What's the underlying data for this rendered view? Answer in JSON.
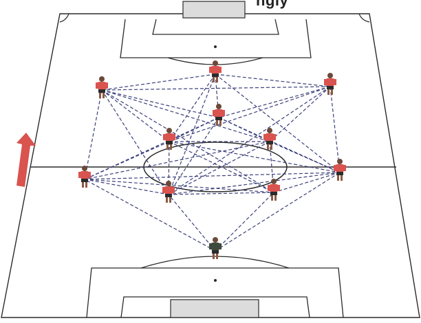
{
  "header": {
    "title_fragment": "ngly"
  },
  "colors": {
    "pitch_background": "#ffffff",
    "pitch_lines": "#2a2a2a",
    "passing_lines": "#3a3f7a",
    "player_shirt": "#d9534f",
    "player_shorts": "#2b2b2b",
    "goalkeeper_kit": "#3d4a3d",
    "goal_fill": "#d8d8d8",
    "direction_arrow": "#d9534f"
  },
  "diagram": {
    "type": "football passing drill",
    "direction_arrow": "up",
    "players": [
      {
        "id": "p1",
        "role": "outfield"
      },
      {
        "id": "p2",
        "role": "outfield"
      },
      {
        "id": "p3",
        "role": "outfield"
      },
      {
        "id": "p4",
        "role": "outfield"
      },
      {
        "id": "p5",
        "role": "outfield"
      },
      {
        "id": "p6",
        "role": "outfield"
      },
      {
        "id": "p7",
        "role": "outfield"
      },
      {
        "id": "p8",
        "role": "outfield"
      },
      {
        "id": "p9",
        "role": "outfield"
      },
      {
        "id": "p10",
        "role": "outfield"
      },
      {
        "id": "gk",
        "role": "goalkeeper"
      }
    ],
    "passes": [
      [
        "p2",
        "p3"
      ],
      [
        "p2",
        "p1"
      ],
      [
        "p2",
        "p4"
      ],
      [
        "p2",
        "p5"
      ],
      [
        "p2",
        "p9"
      ],
      [
        "p2",
        "p8"
      ],
      [
        "p3",
        "p1"
      ],
      [
        "p3",
        "p4"
      ],
      [
        "p3",
        "p5"
      ],
      [
        "p3",
        "p6"
      ],
      [
        "p3",
        "p9"
      ],
      [
        "p3",
        "p8"
      ],
      [
        "p1",
        "p4"
      ],
      [
        "p1",
        "p5"
      ],
      [
        "p1",
        "p6"
      ],
      [
        "p1",
        "p7"
      ],
      [
        "p1",
        "p9"
      ],
      [
        "p1",
        "p10"
      ],
      [
        "p4",
        "p5"
      ],
      [
        "p4",
        "p6"
      ],
      [
        "p4",
        "p8"
      ],
      [
        "p4",
        "p9"
      ],
      [
        "p4",
        "p7"
      ],
      [
        "p5",
        "p6"
      ],
      [
        "p5",
        "p7"
      ],
      [
        "p5",
        "p9"
      ],
      [
        "p5",
        "p10"
      ],
      [
        "p5",
        "p8"
      ],
      [
        "p6",
        "p8"
      ],
      [
        "p6",
        "p9"
      ],
      [
        "p6",
        "p7"
      ],
      [
        "p6",
        "p10"
      ],
      [
        "p7",
        "p8"
      ],
      [
        "p7",
        "p9"
      ],
      [
        "p7",
        "p10"
      ],
      [
        "p8",
        "p9"
      ],
      [
        "p8",
        "p10"
      ],
      [
        "p9",
        "p10"
      ],
      [
        "gk",
        "p8"
      ],
      [
        "gk",
        "p9"
      ],
      [
        "gk",
        "p10"
      ],
      [
        "gk",
        "p7"
      ]
    ]
  }
}
